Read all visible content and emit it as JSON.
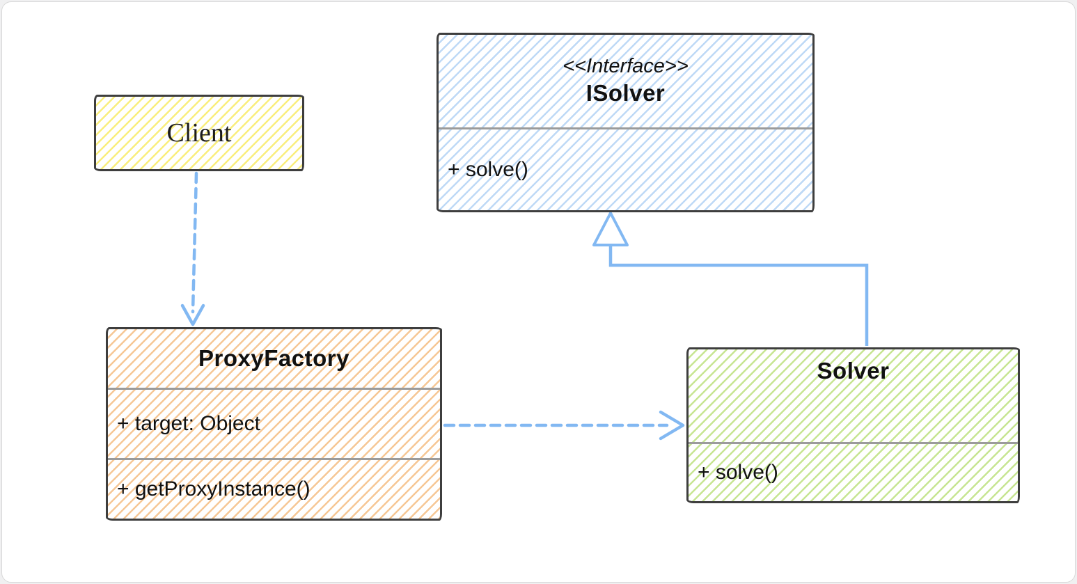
{
  "canvas": {
    "background": "#f0f0f1",
    "card_background": "#ffffff",
    "card_border": "#d8d8d8"
  },
  "colors": {
    "canvas_bg": "#f0f0f1",
    "card_bg": "#ffffff",
    "card_border": "#d8d8d8",
    "arrow_blue": "#82b8f2",
    "box_border": "#3e3e3e",
    "divider": "#9b9b9b",
    "text": "#111111",
    "yellow_hatch": "#f9ee7d",
    "blue_hatch": "#bed9f6",
    "orange_hatch": "#f6c795",
    "green_hatch": "#c7e592"
  },
  "nodes": {
    "client": {
      "title": "Client",
      "fill": "yellow-hatch"
    },
    "isolver": {
      "stereotype": "<<Interface>>",
      "title": "ISolver",
      "methods": [
        "+ solve()"
      ],
      "fill": "blue-hatch"
    },
    "proxy_factory": {
      "title": "ProxyFactory",
      "attributes": [
        "+ target: Object"
      ],
      "methods": [
        "+ getProxyInstance()"
      ],
      "fill": "orange-hatch"
    },
    "solver": {
      "title": "Solver",
      "methods": [
        "+ solve()"
      ],
      "fill": "green-hatch"
    }
  },
  "relationships": [
    {
      "from": "Client",
      "to": "ProxyFactory",
      "type": "dependency",
      "line": "dashed",
      "arrowhead": "open-v"
    },
    {
      "from": "ProxyFactory",
      "to": "Solver",
      "type": "dependency",
      "line": "dashed",
      "arrowhead": "open-v"
    },
    {
      "from": "Solver",
      "to": "ISolver",
      "type": "realization",
      "line": "solid",
      "arrowhead": "hollow-triangle"
    }
  ]
}
